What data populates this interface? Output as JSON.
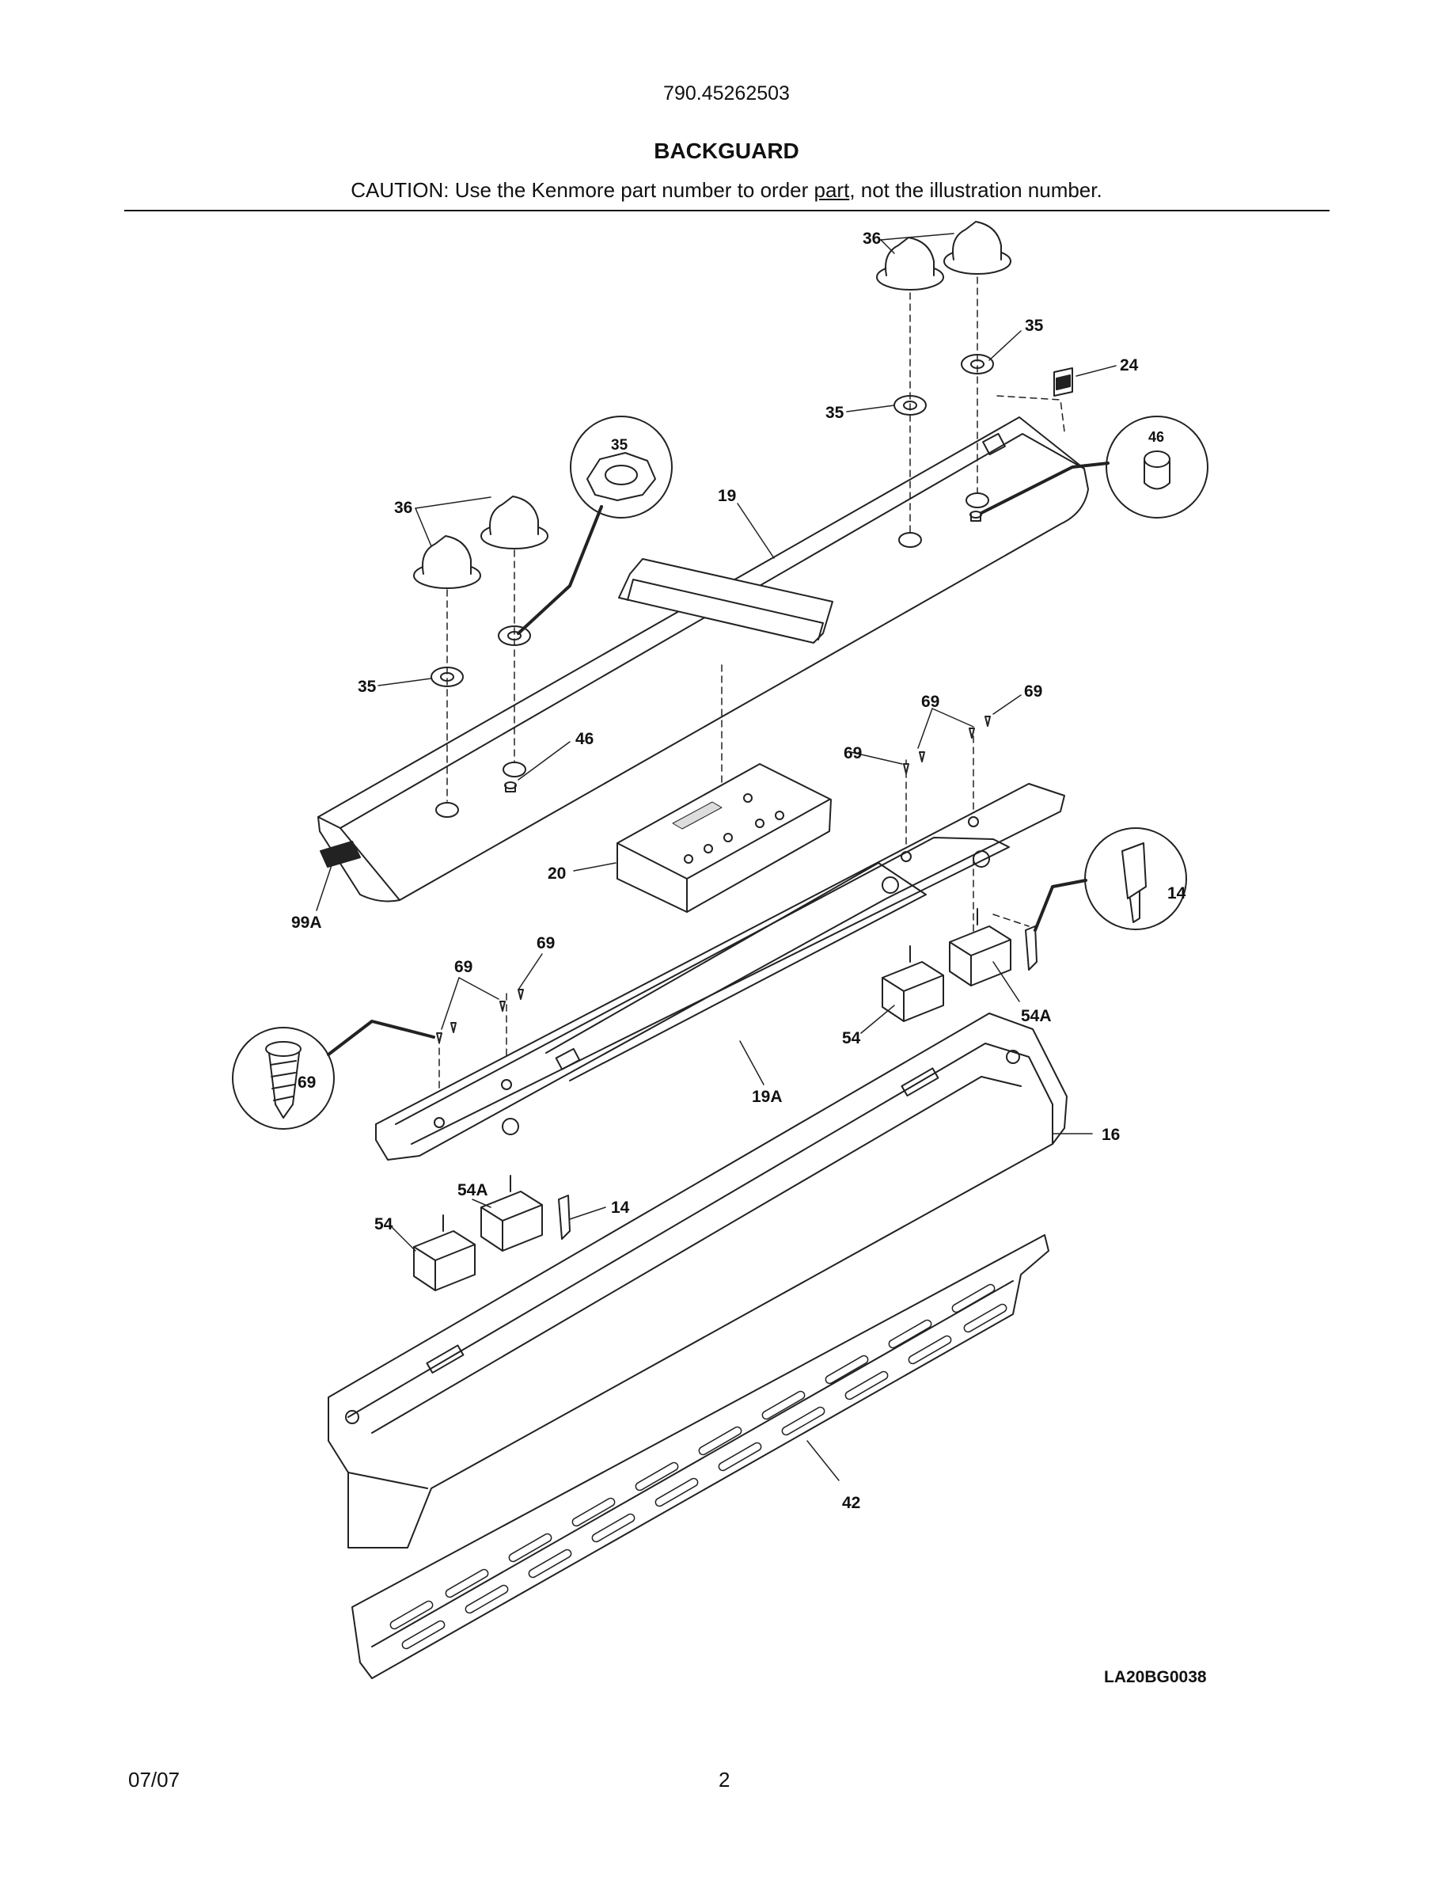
{
  "header": {
    "model_number": "790.45262503",
    "title": "BACKGUARD",
    "caution_before": "CAUTION: Use the Kenmore part number to order ",
    "caution_underlined": "part",
    "caution_after": ", not the illustration number."
  },
  "callouts": {
    "c36_top": "36",
    "c35_top_right": "35",
    "c24": "24",
    "c35_top_mid": "35",
    "c46_circle": "46",
    "c35_circle": "35",
    "c19": "19",
    "c36_left": "36",
    "c35_left": "35",
    "c46_left": "46",
    "c69_a": "69",
    "c69_b": "69",
    "c69_c": "69",
    "c20": "20",
    "c99a": "99A",
    "c14_circle": "14",
    "c69_d": "69",
    "c69_e": "69",
    "c54_right": "54",
    "c54a_right": "54A",
    "c69_circle": "69",
    "c19a": "19A",
    "c16": "16",
    "c54a_left": "54A",
    "c14_left": "14",
    "c54_left": "54",
    "c42": "42"
  },
  "footer": {
    "drawing_code": "LA20BG0038",
    "date": "07/07",
    "page_number": "2"
  }
}
